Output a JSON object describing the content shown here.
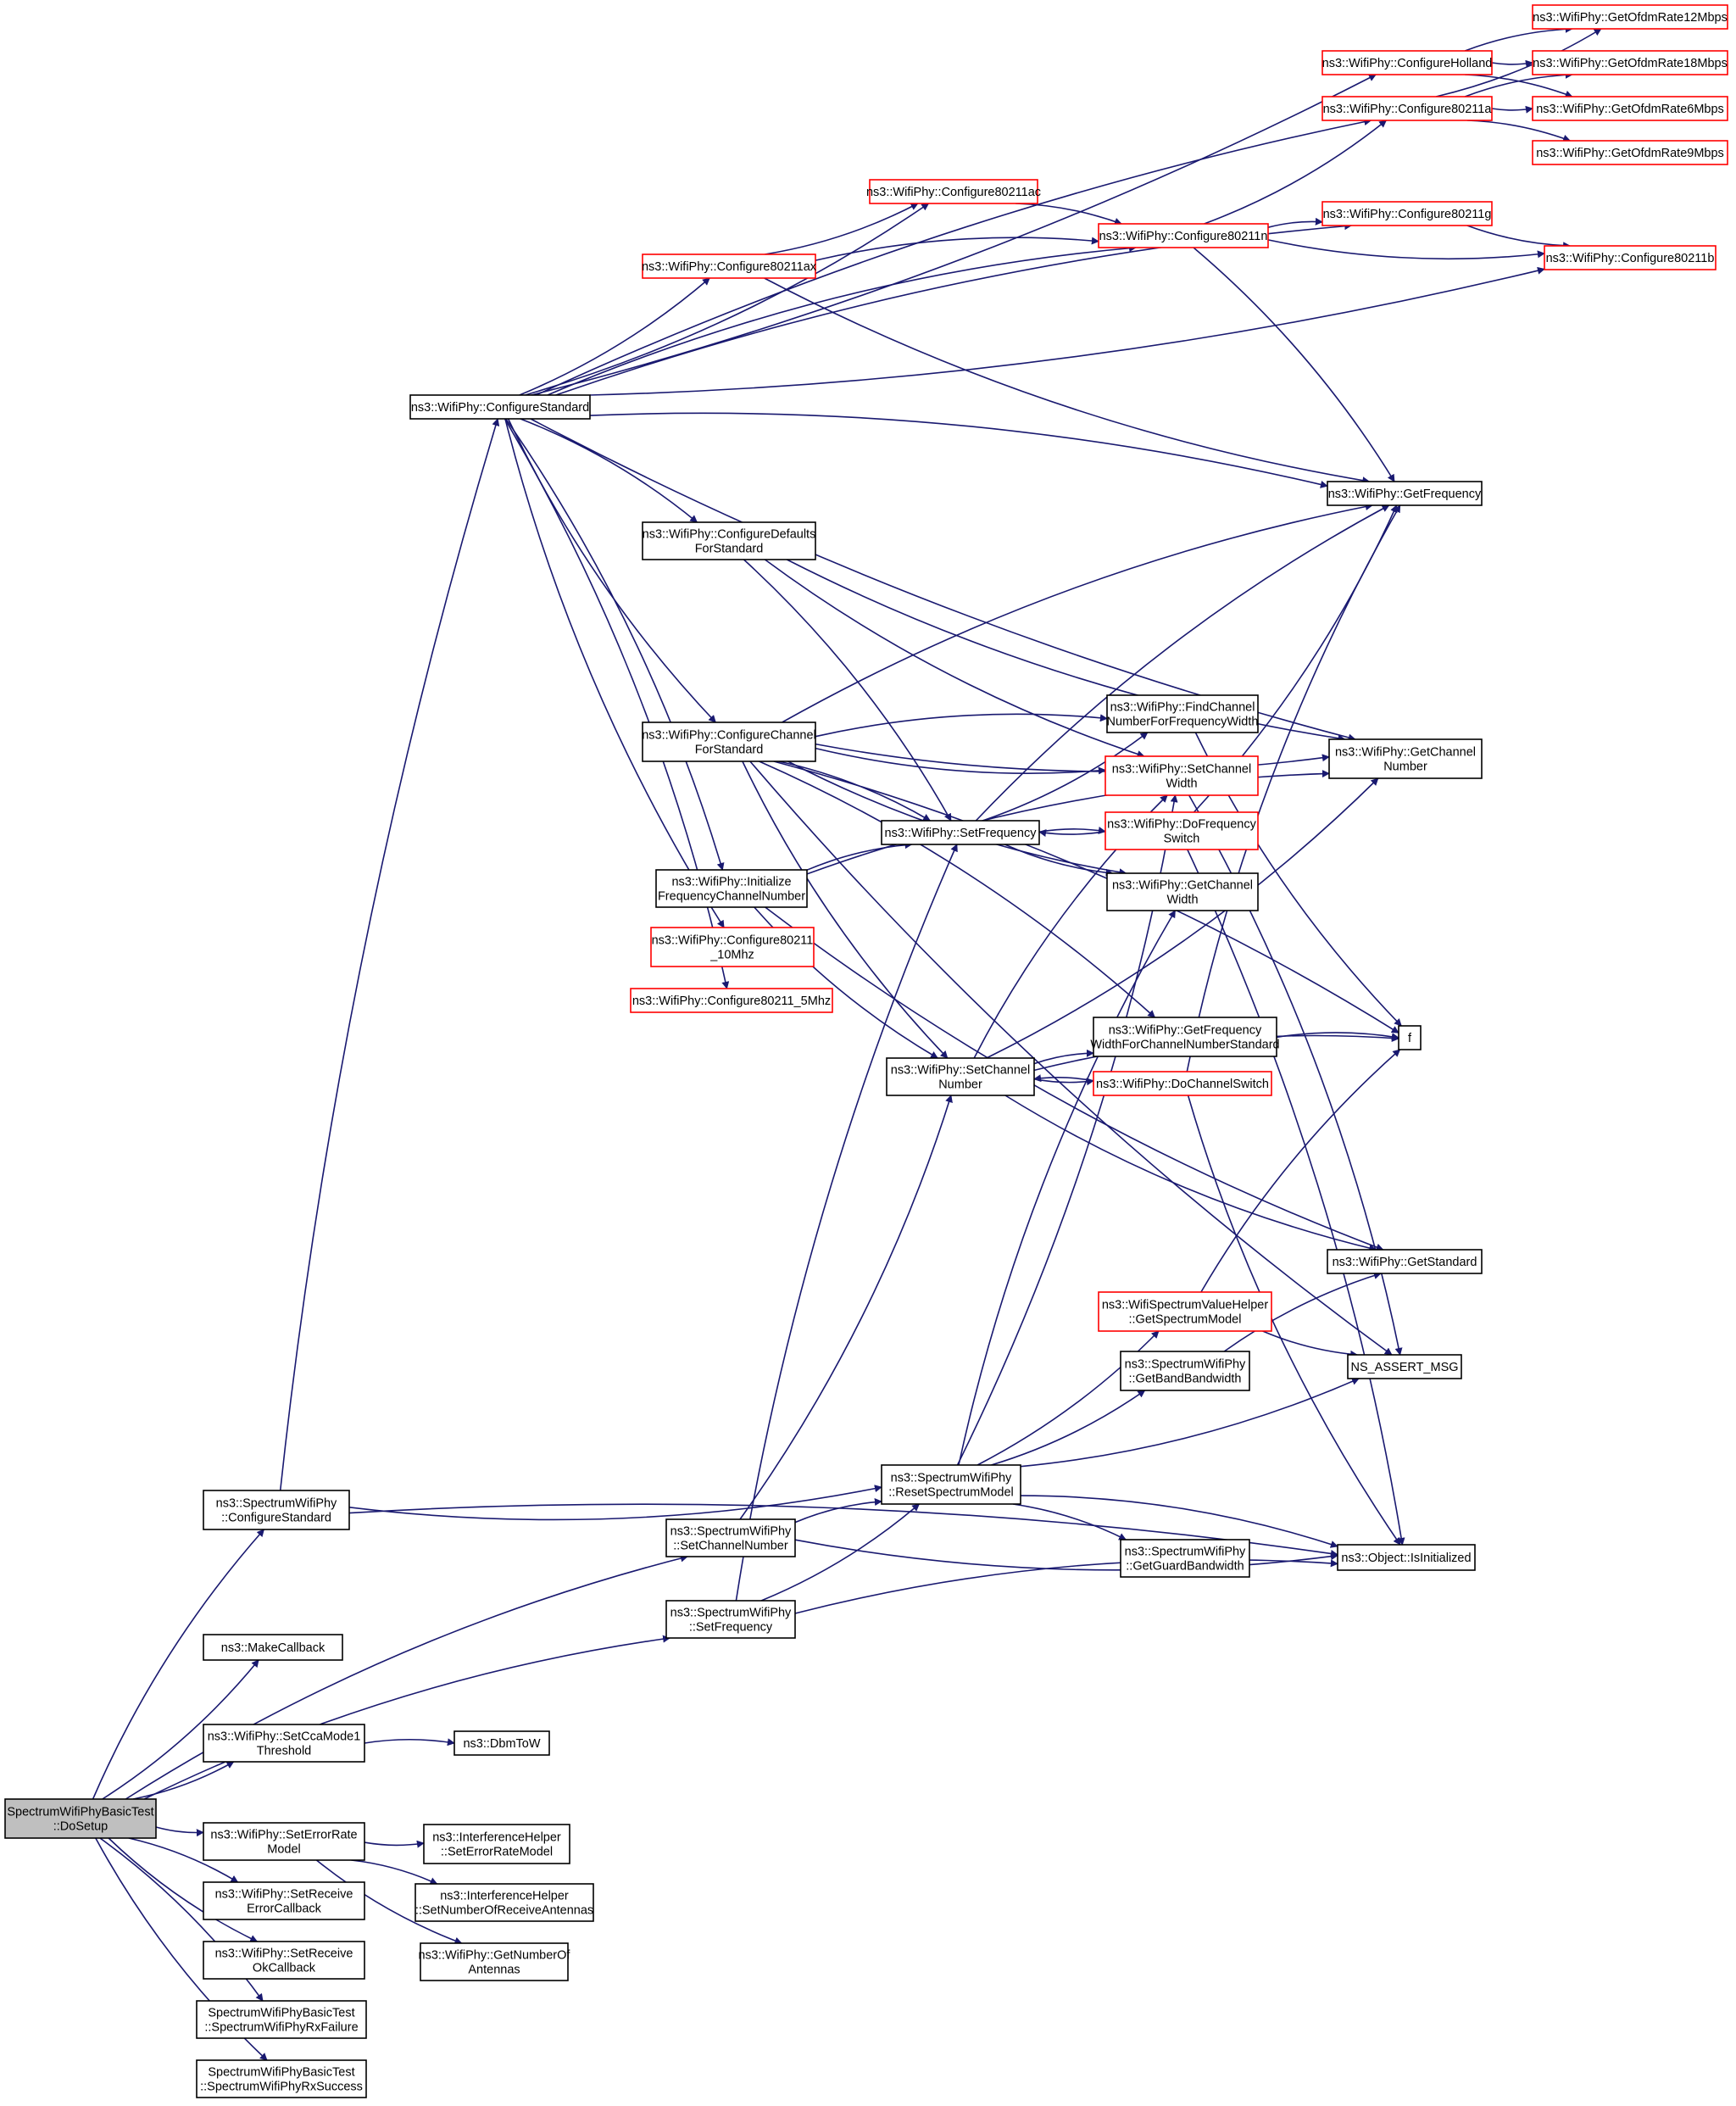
{
  "colors": {
    "edge": "#191970",
    "node_border": "#000000",
    "node_border_partial": "#ff0000",
    "root_fill": "#bfbfbf",
    "node_fill": "#ffffff"
  },
  "nodes": [
    {
      "id": "root",
      "lines": [
        "SpectrumWifiPhyBasicTest",
        "::DoSetup"
      ],
      "style": "root"
    },
    {
      "id": "spec_cfg_std",
      "lines": [
        "ns3::SpectrumWifiPhy",
        "::ConfigureStandard"
      ],
      "style": "black"
    },
    {
      "id": "make_cb",
      "lines": [
        "ns3::MakeCallback"
      ],
      "style": "black"
    },
    {
      "id": "set_cca",
      "lines": [
        "ns3::WifiPhy::SetCcaMode1",
        "Threshold"
      ],
      "style": "black"
    },
    {
      "id": "set_err",
      "lines": [
        "ns3::WifiPhy::SetErrorRate",
        "Model"
      ],
      "style": "black"
    },
    {
      "id": "set_rx_err",
      "lines": [
        "ns3::WifiPhy::SetReceive",
        "ErrorCallback"
      ],
      "style": "black"
    },
    {
      "id": "set_rx_ok",
      "lines": [
        "ns3::WifiPhy::SetReceive",
        "OkCallback"
      ],
      "style": "black"
    },
    {
      "id": "rx_fail",
      "lines": [
        "SpectrumWifiPhyBasicTest",
        "::SpectrumWifiPhyRxFailure"
      ],
      "style": "black"
    },
    {
      "id": "rx_succ",
      "lines": [
        "SpectrumWifiPhyBasicTest",
        "::SpectrumWifiPhyRxSuccess"
      ],
      "style": "black"
    },
    {
      "id": "dbm",
      "lines": [
        "ns3::DbmToW"
      ],
      "style": "black"
    },
    {
      "id": "ih_err",
      "lines": [
        "ns3::InterferenceHelper",
        "::SetErrorRateModel"
      ],
      "style": "black"
    },
    {
      "id": "ih_ant",
      "lines": [
        "ns3::InterferenceHelper",
        "::SetNumberOfReceiveAntennas"
      ],
      "style": "black"
    },
    {
      "id": "get_ant",
      "lines": [
        "ns3::WifiPhy::GetNumberOf",
        "Antennas"
      ],
      "style": "black"
    },
    {
      "id": "spec_set_ch",
      "lines": [
        "ns3::SpectrumWifiPhy",
        "::SetChannelNumber"
      ],
      "style": "black"
    },
    {
      "id": "spec_set_freq",
      "lines": [
        "ns3::SpectrumWifiPhy",
        "::SetFrequency"
      ],
      "style": "black"
    },
    {
      "id": "reset_sm",
      "lines": [
        "ns3::SpectrumWifiPhy",
        "::ResetSpectrumModel"
      ],
      "style": "black"
    },
    {
      "id": "get_band",
      "lines": [
        "ns3::SpectrumWifiPhy",
        "::GetBandBandwidth"
      ],
      "style": "black"
    },
    {
      "id": "get_guard",
      "lines": [
        "ns3::SpectrumWifiPhy",
        "::GetGuardBandwidth"
      ],
      "style": "black"
    },
    {
      "id": "wsvh",
      "lines": [
        "ns3::WifiSpectrumValueHelper",
        "::GetSpectrumModel"
      ],
      "style": "red"
    },
    {
      "id": "is_init",
      "lines": [
        "ns3::Object::IsInitialized"
      ],
      "style": "black"
    },
    {
      "id": "assert",
      "lines": [
        "NS_ASSERT_MSG"
      ],
      "style": "black"
    },
    {
      "id": "get_std",
      "lines": [
        "ns3::WifiPhy::GetStandard"
      ],
      "style": "black"
    },
    {
      "id": "wp_cfg_std",
      "lines": [
        "ns3::WifiPhy::ConfigureStandard"
      ],
      "style": "black"
    },
    {
      "id": "cfg_def",
      "lines": [
        "ns3::WifiPhy::ConfigureDefaults",
        "ForStandard"
      ],
      "style": "black"
    },
    {
      "id": "cfg_ch",
      "lines": [
        "ns3::WifiPhy::ConfigureChannel",
        "ForStandard"
      ],
      "style": "black"
    },
    {
      "id": "init_fc",
      "lines": [
        "ns3::WifiPhy::Initialize",
        "FrequencyChannelNumber"
      ],
      "style": "black"
    },
    {
      "id": "c10",
      "lines": [
        "ns3::WifiPhy::Configure80211",
        "_10Mhz"
      ],
      "style": "red"
    },
    {
      "id": "c5",
      "lines": [
        "ns3::WifiPhy::Configure80211_5Mhz"
      ],
      "style": "red"
    },
    {
      "id": "cax",
      "lines": [
        "ns3::WifiPhy::Configure80211ax"
      ],
      "style": "red"
    },
    {
      "id": "cac",
      "lines": [
        "ns3::WifiPhy::Configure80211ac"
      ],
      "style": "red"
    },
    {
      "id": "cn",
      "lines": [
        "ns3::WifiPhy::Configure80211n"
      ],
      "style": "red"
    },
    {
      "id": "chol",
      "lines": [
        "ns3::WifiPhy::ConfigureHolland"
      ],
      "style": "red"
    },
    {
      "id": "ca",
      "lines": [
        "ns3::WifiPhy::Configure80211a"
      ],
      "style": "red"
    },
    {
      "id": "cg",
      "lines": [
        "ns3::WifiPhy::Configure80211g"
      ],
      "style": "red"
    },
    {
      "id": "cb",
      "lines": [
        "ns3::WifiPhy::Configure80211b"
      ],
      "style": "red"
    },
    {
      "id": "r12",
      "lines": [
        "ns3::WifiPhy::GetOfdmRate12Mbps"
      ],
      "style": "red"
    },
    {
      "id": "r18",
      "lines": [
        "ns3::WifiPhy::GetOfdmRate18Mbps"
      ],
      "style": "red"
    },
    {
      "id": "r6",
      "lines": [
        "ns3::WifiPhy::GetOfdmRate6Mbps"
      ],
      "style": "red"
    },
    {
      "id": "r9",
      "lines": [
        "ns3::WifiPhy::GetOfdmRate9Mbps"
      ],
      "style": "red"
    },
    {
      "id": "get_freq",
      "lines": [
        "ns3::WifiPhy::GetFrequency"
      ],
      "style": "black"
    },
    {
      "id": "get_chnum",
      "lines": [
        "ns3::WifiPhy::GetChannel",
        "Number"
      ],
      "style": "black"
    },
    {
      "id": "find_ch",
      "lines": [
        "ns3::WifiPhy::FindChannel",
        "NumberForFrequencyWidth"
      ],
      "style": "black"
    },
    {
      "id": "set_chw",
      "lines": [
        "ns3::WifiPhy::SetChannel",
        "Width"
      ],
      "style": "red"
    },
    {
      "id": "do_fs",
      "lines": [
        "ns3::WifiPhy::DoFrequency",
        "Switch"
      ],
      "style": "red"
    },
    {
      "id": "get_chw",
      "lines": [
        "ns3::WifiPhy::GetChannel",
        "Width"
      ],
      "style": "black"
    },
    {
      "id": "wp_set_freq",
      "lines": [
        "ns3::WifiPhy::SetFrequency"
      ],
      "style": "black"
    },
    {
      "id": "get_fw",
      "lines": [
        "ns3::WifiPhy::GetFrequency",
        "WidthForChannelNumberStandard"
      ],
      "style": "black"
    },
    {
      "id": "wp_set_ch",
      "lines": [
        "ns3::WifiPhy::SetChannel",
        "Number"
      ],
      "style": "black"
    },
    {
      "id": "do_cs",
      "lines": [
        "ns3::WifiPhy::DoChannelSwitch"
      ],
      "style": "red"
    },
    {
      "id": "f",
      "lines": [
        "f"
      ],
      "style": "black"
    }
  ],
  "edges": [
    [
      "root",
      "spec_cfg_std"
    ],
    [
      "root",
      "make_cb"
    ],
    [
      "root",
      "spec_set_ch"
    ],
    [
      "root",
      "set_cca"
    ],
    [
      "root",
      "spec_set_freq"
    ],
    [
      "root",
      "set_err"
    ],
    [
      "root",
      "set_rx_err"
    ],
    [
      "root",
      "set_rx_ok"
    ],
    [
      "root",
      "rx_fail"
    ],
    [
      "root",
      "rx_succ"
    ],
    [
      "set_cca",
      "dbm"
    ],
    [
      "set_err",
      "ih_err"
    ],
    [
      "set_err",
      "ih_ant"
    ],
    [
      "set_err",
      "get_ant"
    ],
    [
      "spec_cfg_std",
      "wp_cfg_std"
    ],
    [
      "spec_cfg_std",
      "reset_sm"
    ],
    [
      "spec_cfg_std",
      "is_init"
    ],
    [
      "spec_set_ch",
      "wp_set_ch"
    ],
    [
      "spec_set_ch",
      "reset_sm"
    ],
    [
      "spec_set_ch",
      "is_init"
    ],
    [
      "spec_set_freq",
      "wp_set_freq"
    ],
    [
      "spec_set_freq",
      "reset_sm"
    ],
    [
      "spec_set_freq",
      "is_init"
    ],
    [
      "reset_sm",
      "get_band"
    ],
    [
      "reset_sm",
      "get_guard"
    ],
    [
      "reset_sm",
      "wsvh"
    ],
    [
      "reset_sm",
      "is_init"
    ],
    [
      "reset_sm",
      "assert"
    ],
    [
      "reset_sm",
      "get_chw"
    ],
    [
      "reset_sm",
      "set_chw"
    ],
    [
      "get_band",
      "get_std"
    ],
    [
      "wsvh",
      "assert"
    ],
    [
      "wsvh",
      "f"
    ],
    [
      "wp_cfg_std",
      "chol"
    ],
    [
      "wp_cfg_std",
      "ca"
    ],
    [
      "wp_cfg_std",
      "cac"
    ],
    [
      "wp_cfg_std",
      "cg"
    ],
    [
      "wp_cfg_std",
      "cax"
    ],
    [
      "wp_cfg_std",
      "cn"
    ],
    [
      "wp_cfg_std",
      "cb"
    ],
    [
      "wp_cfg_std",
      "get_freq"
    ],
    [
      "wp_cfg_std",
      "get_chnum"
    ],
    [
      "wp_cfg_std",
      "cfg_def"
    ],
    [
      "wp_cfg_std",
      "cfg_ch"
    ],
    [
      "wp_cfg_std",
      "init_fc"
    ],
    [
      "wp_cfg_std",
      "c10"
    ],
    [
      "wp_cfg_std",
      "c5"
    ],
    [
      "cax",
      "cac"
    ],
    [
      "cax",
      "cn"
    ],
    [
      "cax",
      "get_freq"
    ],
    [
      "cac",
      "cn"
    ],
    [
      "cn",
      "ca"
    ],
    [
      "cn",
      "cg"
    ],
    [
      "cn",
      "cb"
    ],
    [
      "cn",
      "get_freq"
    ],
    [
      "cg",
      "cb"
    ],
    [
      "chol",
      "r12"
    ],
    [
      "chol",
      "r18"
    ],
    [
      "chol",
      "r6"
    ],
    [
      "ca",
      "r6"
    ],
    [
      "ca",
      "r9"
    ],
    [
      "ca",
      "r12"
    ],
    [
      "ca",
      "r18"
    ],
    [
      "cfg_def",
      "get_chnum"
    ],
    [
      "cfg_def",
      "wp_set_freq"
    ],
    [
      "cfg_def",
      "set_chw"
    ],
    [
      "cfg_ch",
      "get_freq"
    ],
    [
      "cfg_ch",
      "get_chnum"
    ],
    [
      "cfg_ch",
      "find_ch"
    ],
    [
      "cfg_ch",
      "set_chw"
    ],
    [
      "cfg_ch",
      "wp_set_freq"
    ],
    [
      "cfg_ch",
      "get_chw"
    ],
    [
      "cfg_ch",
      "get_fw"
    ],
    [
      "cfg_ch",
      "wp_set_ch"
    ],
    [
      "cfg_ch",
      "f"
    ],
    [
      "cfg_ch",
      "assert"
    ],
    [
      "init_fc",
      "wp_set_freq"
    ],
    [
      "init_fc",
      "wp_set_ch"
    ],
    [
      "init_fc",
      "get_chnum"
    ],
    [
      "init_fc",
      "get_std"
    ],
    [
      "wp_set_freq",
      "do_fs"
    ],
    [
      "wp_set_freq",
      "find_ch"
    ],
    [
      "wp_set_freq",
      "get_freq"
    ],
    [
      "wp_set_freq",
      "get_chw"
    ],
    [
      "do_fs",
      "wp_set_freq"
    ],
    [
      "do_fs",
      "get_freq"
    ],
    [
      "do_fs",
      "is_init"
    ],
    [
      "find_ch",
      "f"
    ],
    [
      "set_chw",
      "assert"
    ],
    [
      "wp_set_ch",
      "do_cs"
    ],
    [
      "wp_set_ch",
      "get_fw"
    ],
    [
      "wp_set_ch",
      "get_chnum"
    ],
    [
      "wp_set_ch",
      "f"
    ],
    [
      "wp_set_ch",
      "get_std"
    ],
    [
      "wp_set_ch",
      "set_chw"
    ],
    [
      "do_cs",
      "wp_set_ch"
    ],
    [
      "do_cs",
      "get_freq"
    ],
    [
      "do_cs",
      "is_init"
    ],
    [
      "get_fw",
      "f"
    ]
  ]
}
